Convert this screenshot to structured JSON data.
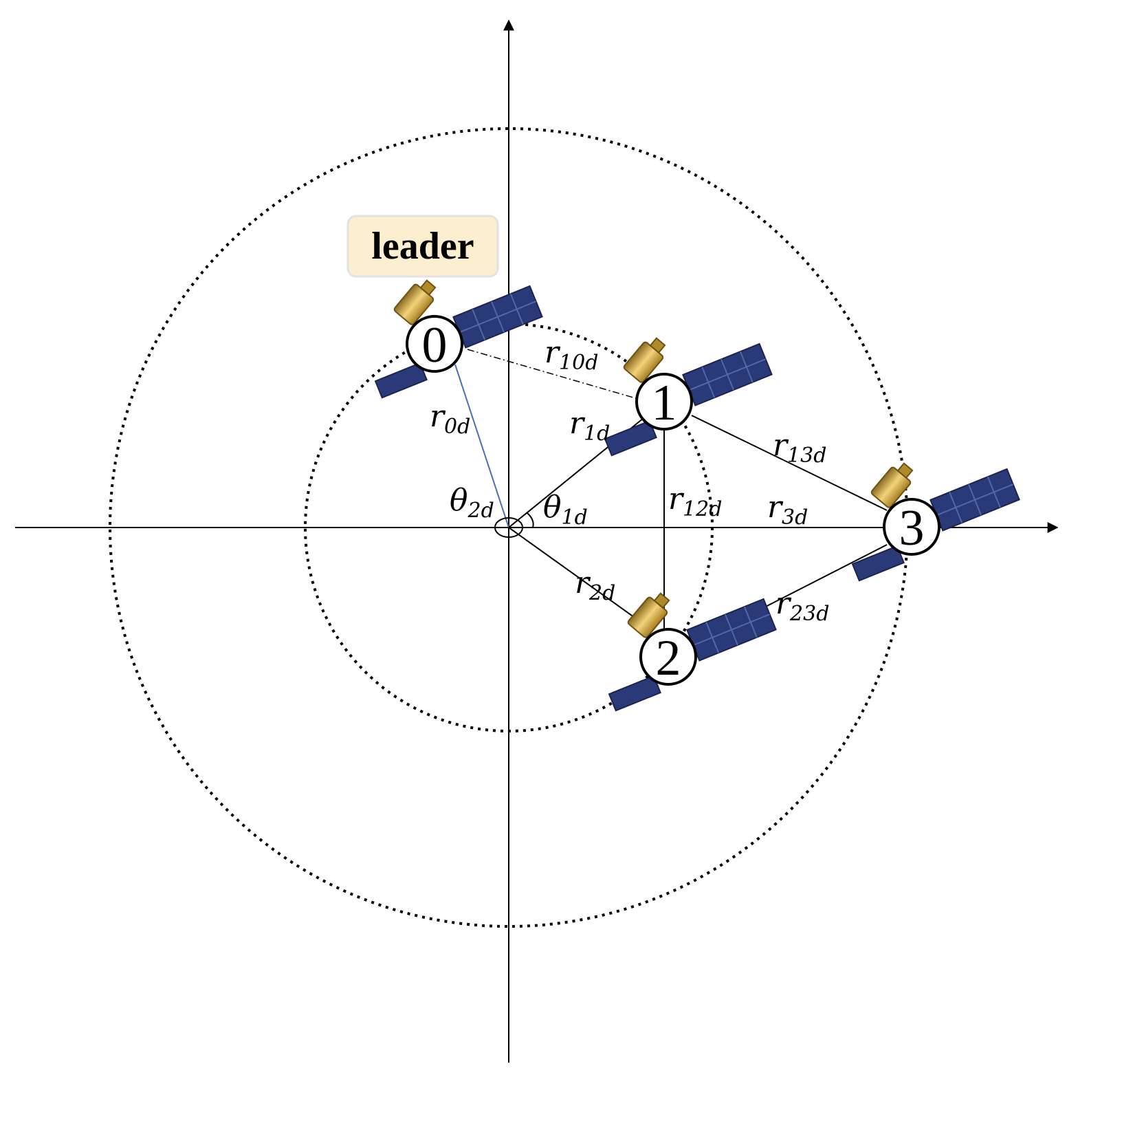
{
  "leader_label": "leader",
  "nodes": [
    {
      "id": "0",
      "label": "0"
    },
    {
      "id": "1",
      "label": "1"
    },
    {
      "id": "2",
      "label": "2"
    },
    {
      "id": "3",
      "label": "3"
    }
  ],
  "distance_labels": {
    "r10d": {
      "base": "r",
      "sub": "10d"
    },
    "r0d": {
      "base": "r",
      "sub": "0d"
    },
    "r1d": {
      "base": "r",
      "sub": "1d"
    },
    "r13d": {
      "base": "r",
      "sub": "13d"
    },
    "r12d": {
      "base": "r",
      "sub": "12d"
    },
    "r3d": {
      "base": "r",
      "sub": "3d"
    },
    "r2d": {
      "base": "r",
      "sub": "2d"
    },
    "r23d": {
      "base": "r",
      "sub": "23d"
    }
  },
  "angle_labels": {
    "theta2d": {
      "base": "θ",
      "sub": "2d"
    },
    "theta1d": {
      "base": "θ",
      "sub": "1d"
    }
  },
  "colors": {
    "leader_box_fill": "#fcefd0",
    "leader_box_stroke": "#e2e2e2",
    "r0d_line": "#4a6fb5",
    "panel_fill": "#2a3a78",
    "body_fill": "#c9a13a"
  },
  "icons": [
    "satellite-icon"
  ]
}
